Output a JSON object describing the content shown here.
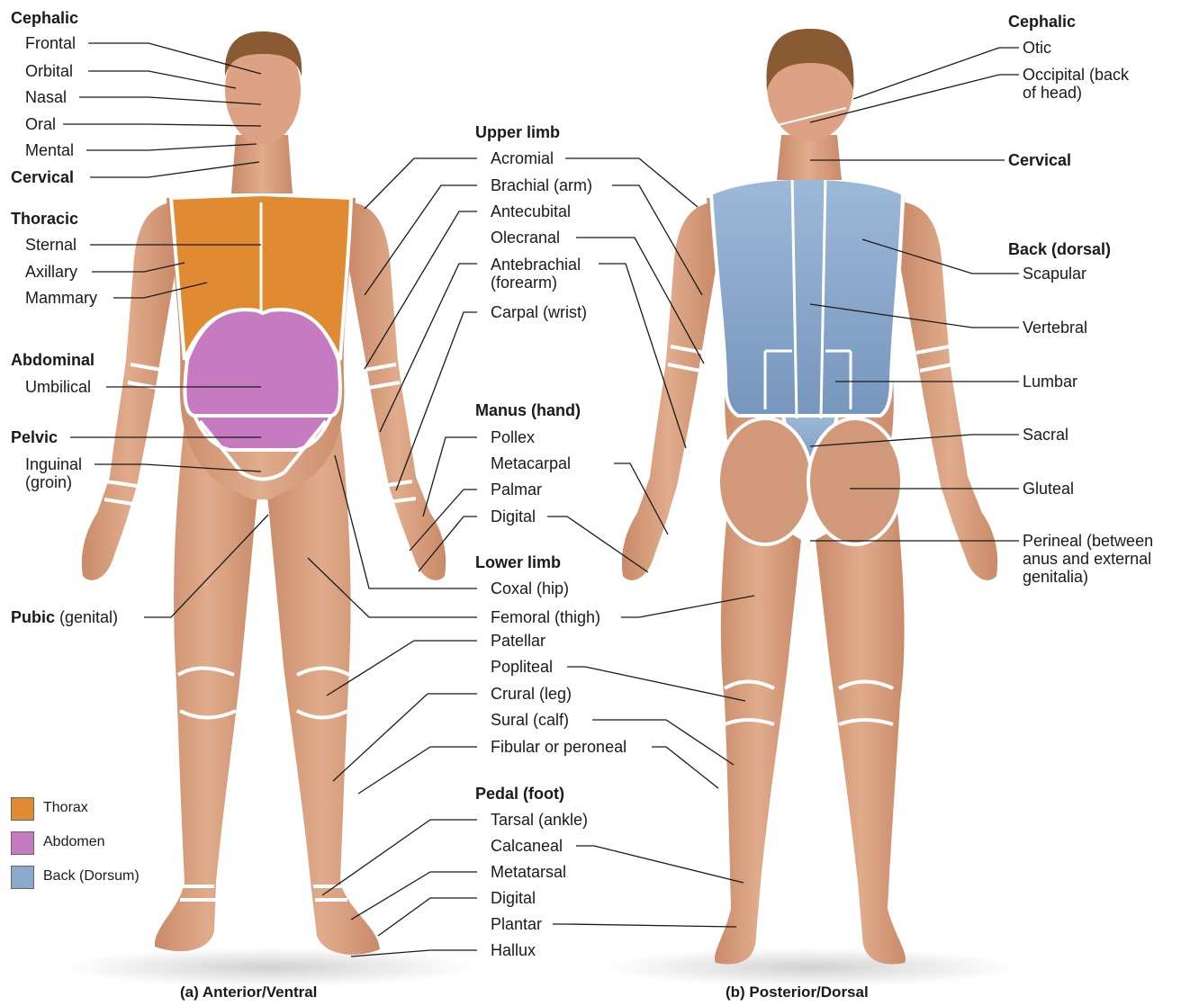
{
  "colors": {
    "skin": "#d9a183",
    "skin_shadow": "#b87556",
    "hair": "#8a5a32",
    "region_line": "#ffffff",
    "thorax": "#e08a32",
    "abdomen": "#c67bc0",
    "back": "#8aa9cc",
    "leader": "#1a1a1a"
  },
  "anterior": {
    "caption": "(a) Anterior/Ventral",
    "cephalic": {
      "heading": "Cephalic",
      "items": [
        "Frontal",
        "Orbital",
        "Nasal",
        "Oral",
        "Mental"
      ]
    },
    "cervical": "Cervical",
    "thoracic": {
      "heading": "Thoracic",
      "items": [
        "Sternal",
        "Axillary",
        "Mammary"
      ]
    },
    "abdominal": {
      "heading": "Abdominal",
      "items": [
        "Umbilical"
      ]
    },
    "pelvic": {
      "heading": "Pelvic",
      "items": [
        "Inguinal\n(groin)"
      ]
    },
    "pubic": {
      "heading": "Pubic",
      "suffix": " (genital)"
    }
  },
  "center": {
    "upper_limb": {
      "heading": "Upper limb",
      "items": [
        "Acromial",
        "Brachial (arm)",
        "Antecubital",
        "Olecranal",
        "Antebrachial\n(forearm)",
        "Carpal (wrist)"
      ]
    },
    "manus": {
      "heading": "Manus (hand)",
      "items": [
        "Pollex",
        "Metacarpal",
        "Palmar",
        "Digital"
      ]
    },
    "lower_limb": {
      "heading": "Lower limb",
      "items": [
        "Coxal (hip)",
        "Femoral (thigh)",
        "Patellar",
        "Popliteal",
        "Crural (leg)",
        "Sural (calf)",
        "Fibular or peroneal"
      ]
    },
    "pedal": {
      "heading": "Pedal (foot)",
      "items": [
        "Tarsal (ankle)",
        "Calcaneal",
        "Metatarsal",
        "Digital",
        "Plantar",
        "Hallux"
      ]
    }
  },
  "posterior": {
    "caption": "(b) Posterior/Dorsal",
    "cephalic": {
      "heading": "Cephalic",
      "items": [
        "Otic",
        "Occipital (back\nof head)"
      ]
    },
    "cervical": "Cervical",
    "back": {
      "heading": "Back (dorsal)",
      "items": [
        "Scapular",
        "Vertebral",
        "Lumbar",
        "Sacral",
        "Gluteal",
        "Perineal (between\nanus and external\ngenitalia)"
      ]
    }
  },
  "legend": [
    {
      "label": "Thorax",
      "color": "#e08a32"
    },
    {
      "label": "Abdomen",
      "color": "#c67bc0"
    },
    {
      "label": "Back (Dorsum)",
      "color": "#8aa9cc"
    }
  ]
}
